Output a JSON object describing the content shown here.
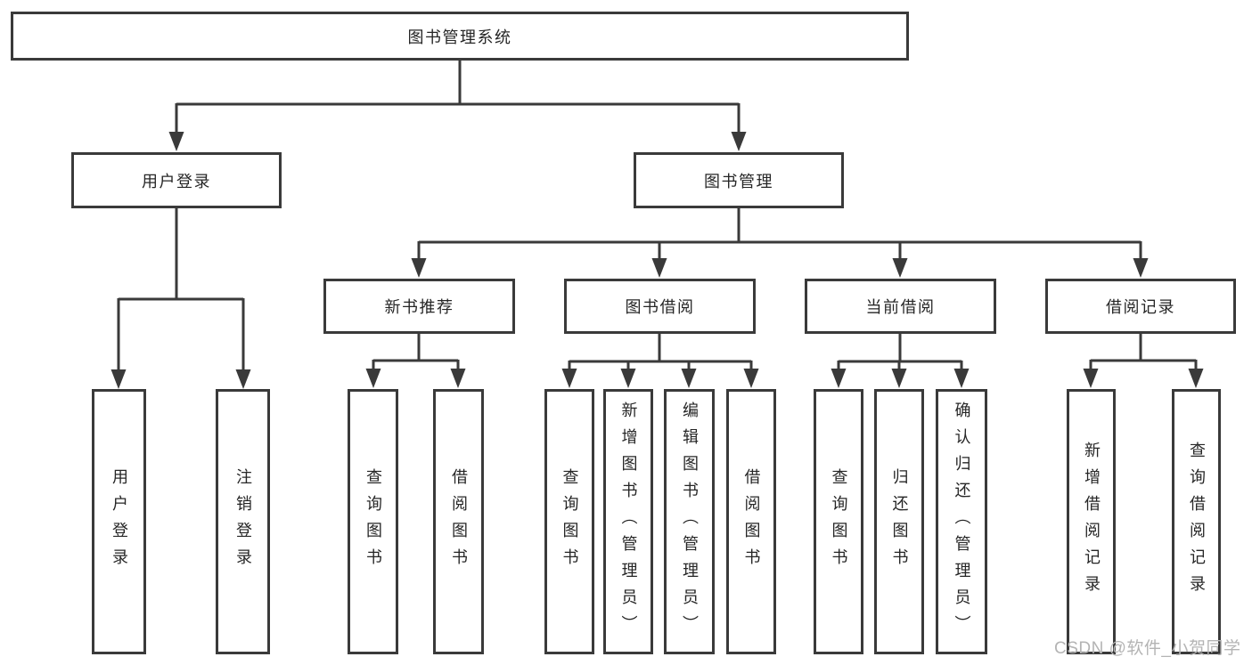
{
  "diagram": {
    "labels": {
      "root": "图书管理系统",
      "userLogin": "用户登录",
      "bookManagement": "图书管理",
      "newBookRecommend": "新书推荐",
      "bookBorrowing": "图书借阅",
      "currentBorrowing": "当前借阅",
      "borrowingRecords": "借阅记录",
      "leafUserLogin": "用户登录",
      "leafLogout": "注销登录",
      "leafNbQueryBooks": "查询图书",
      "leafNbBorrowBooks": "借阅图书",
      "leafBbQueryBooks": "查询图书",
      "leafBbAddBooks": "新增图书（管理员）",
      "leafBbEditBooks": "编辑图书（管理员）",
      "leafBbBorrowBooks": "借阅图书",
      "leafCbQueryBooks": "查询图书",
      "leafCbReturnBooks": "归还图书",
      "leafCbConfirmReturn": "确认归还（管理员）",
      "leafBrAddRecord": "新增借阅记录",
      "leafBrQueryRecord": "查询借阅记录"
    },
    "hierarchy": {
      "图书管理系统": [
        "用户登录",
        "图书管理"
      ],
      "用户登录": [
        "用户登录",
        "注销登录"
      ],
      "图书管理": [
        "新书推荐",
        "图书借阅",
        "当前借阅",
        "借阅记录"
      ],
      "新书推荐": [
        "查询图书",
        "借阅图书"
      ],
      "图书借阅": [
        "查询图书",
        "新增图书（管理员）",
        "编辑图书（管理员）",
        "借阅图书"
      ],
      "当前借阅": [
        "查询图书",
        "归还图书",
        "确认归还（管理员）"
      ],
      "借阅记录": [
        "新增借阅记录",
        "查询借阅记录"
      ]
    },
    "watermark": "CSDN @软件_小贺同学",
    "colors": {
      "line": "#3a3a3a",
      "border": "#3a3a3a",
      "text": "#262626",
      "watermark": "#b4b4b4",
      "background": "#ffffff"
    }
  }
}
